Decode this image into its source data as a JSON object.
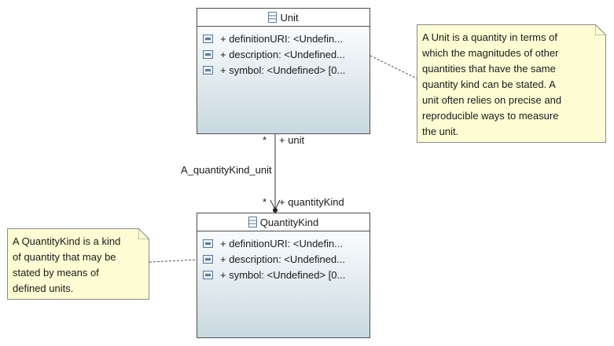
{
  "unit_class": {
    "name": "Unit",
    "attributes": [
      "+ definitionURI: <Undefin...",
      "+ description: <Undefined...",
      "+ symbol: <Undefined> [0..."
    ]
  },
  "quantitykind_class": {
    "name": "QuantityKind",
    "attributes": [
      "+ definitionURI: <Undefin...",
      "+ description: <Undefined...",
      "+ symbol: <Undefined> [0..."
    ]
  },
  "association": {
    "name": "A_quantityKind_unit",
    "end_unit_role": "+ unit",
    "end_unit_multiplicity": "*",
    "end_quantitykind_role": "+ quantityKind",
    "end_quantitykind_multiplicity": "*"
  },
  "unit_note": {
    "lines": [
      "A Unit is a quantity in terms of",
      "which the magnitudes of other",
      "quantities that have the same",
      "quantity kind can be stated. A",
      "unit often relies on precise and",
      "reproducible ways to measure",
      "the unit."
    ]
  },
  "quantitykind_note": {
    "lines": [
      "A QuantityKind is a kind",
      "of quantity that may be",
      "stated by means of",
      "defined units."
    ]
  },
  "icons": {
    "class": "class-icon",
    "attribute": "attribute-icon"
  }
}
